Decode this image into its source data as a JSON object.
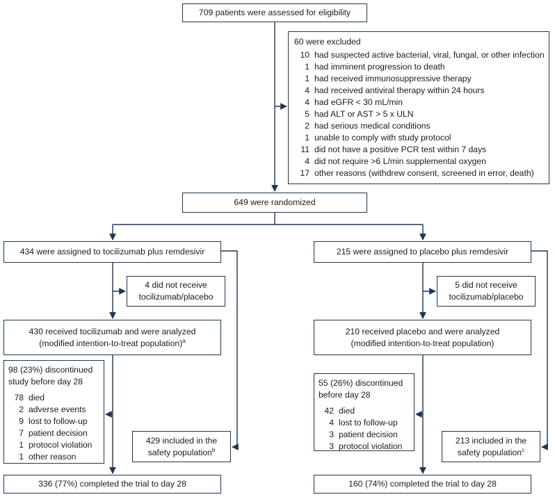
{
  "assessed": "709 patients were assessed for eligibility",
  "excluded": {
    "title": "60 were excluded",
    "reasons": [
      {
        "n": "10",
        "text": "had suspected active bacterial, viral, fungal, or other infection"
      },
      {
        "n": "1",
        "text": "had imminent progression to death"
      },
      {
        "n": "1",
        "text": "had received immunosuppressive therapy"
      },
      {
        "n": "4",
        "text": "had received antiviral therapy within 24 hours"
      },
      {
        "n": "4",
        "text": "had eGFR < 30 mL/min"
      },
      {
        "n": "5",
        "text": "had ALT or AST > 5 x ULN"
      },
      {
        "n": "2",
        "text": "had serious medical conditions"
      },
      {
        "n": "1",
        "text": "unable to comply with study protocol"
      },
      {
        "n": "11",
        "text": "did not have a positive PCR test within 7 days"
      },
      {
        "n": "4",
        "text": "did not require >6 L/min supplemental oxygen"
      },
      {
        "n": "17",
        "text": "other reasons (withdrew consent, screened in error, death)"
      }
    ]
  },
  "randomized": "649 were randomized",
  "left": {
    "assigned": "434 were assigned to tocilizumab plus remdesivir",
    "not_received": [
      "4 did not receive",
      "tocilizumab/placebo"
    ],
    "analyzed": [
      "430 received tocilizumab and were analyzed",
      "(modified intention-to-treat population)"
    ],
    "analyzed_sup": "a",
    "discontinued": {
      "title": [
        "98 (23%) discontinued",
        "study before day 28"
      ],
      "reasons": [
        {
          "n": "78",
          "text": "died"
        },
        {
          "n": "2",
          "text": "adverse events"
        },
        {
          "n": "9",
          "text": "lost to follow-up"
        },
        {
          "n": "7",
          "text": "patient decision"
        },
        {
          "n": "1",
          "text": "protocol violation"
        },
        {
          "n": "1",
          "text": "other reason"
        }
      ]
    },
    "safety": [
      "429 included in the",
      "safety population"
    ],
    "safety_sup": "b",
    "completed": "336 (77%) completed the trial to day 28"
  },
  "right": {
    "assigned": "215 were assigned to placebo plus remdesivir",
    "not_received": [
      "5 did not receive",
      "tocilizumab/placebo"
    ],
    "analyzed": [
      "210 received placebo and were analyzed",
      "(modified intention-to-treat population)"
    ],
    "discontinued": {
      "title": [
        "55 (26%) discontinued",
        "before day 28"
      ],
      "reasons": [
        {
          "n": "42",
          "text": "died"
        },
        {
          "n": "4",
          "text": "lost to follow-up"
        },
        {
          "n": "3",
          "text": "patient decision"
        },
        {
          "n": "3",
          "text": "protocol violation"
        }
      ]
    },
    "safety": [
      "213 included in the",
      "safety population"
    ],
    "safety_sup": "c",
    "completed": "160 (74%) completed the trial to day 28"
  },
  "colors": {
    "line": "#1f3550"
  }
}
